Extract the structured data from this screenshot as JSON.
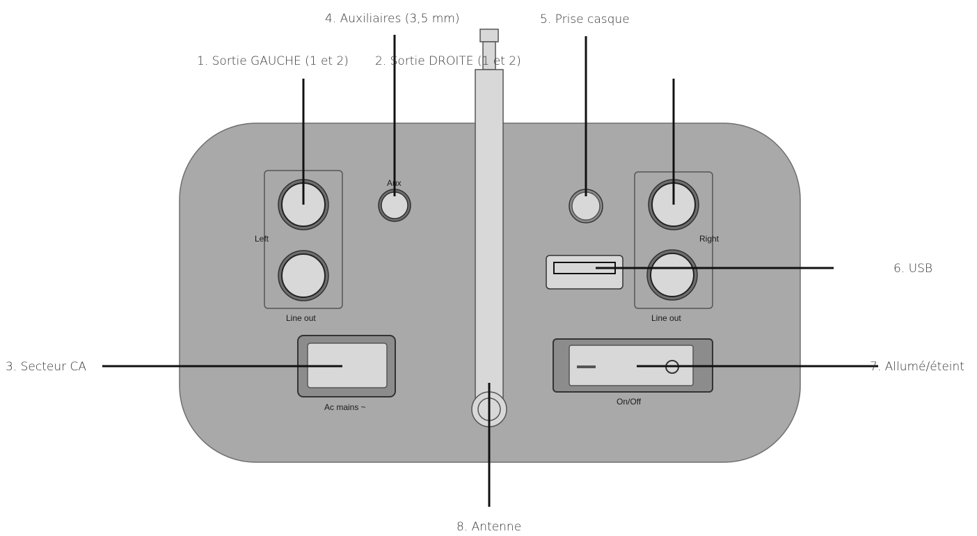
{
  "callouts": {
    "c1": "1. Sortie GAUCHE (1 et 2)",
    "c2": "2. Sortie DROITE (1 et 2)",
    "c3": "3. Secteur CA",
    "c4": "4. Auxiliaires (3,5 mm)",
    "c5": "5. Prise casque",
    "c6": "6. USB",
    "c7": "7. Allumé/éteint",
    "c8": "8. Antenne"
  },
  "panel_labels": {
    "aux": "Aux",
    "left": "Left",
    "right": "Right",
    "line_out_left": "Line out",
    "line_out_right": "Line out",
    "ac_mains": "Ac mains ~",
    "on_off": "On/Off"
  },
  "colors": {
    "panel": "#a9a9a9",
    "panel_border": "#6e6e6e",
    "jack": "#d8d8d8",
    "leader": "#111111",
    "text": "#333333"
  }
}
